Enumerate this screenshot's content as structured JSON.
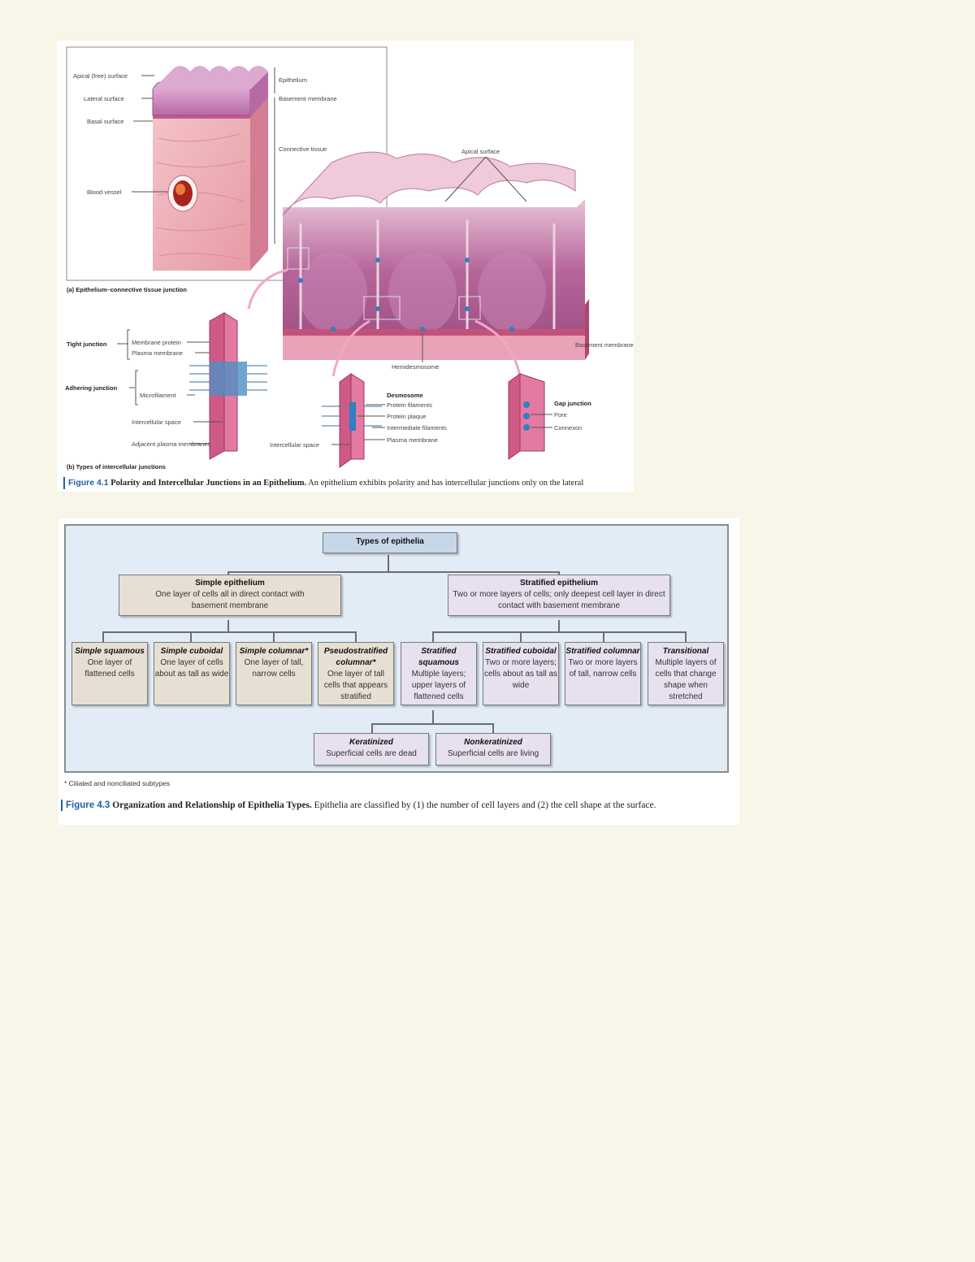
{
  "figure1": {
    "labels": {
      "apical_free": "Apical (free) surface",
      "lateral": "Lateral surface",
      "basal": "Basal surface",
      "blood_vessel": "Blood vessel",
      "epithelium": "Epithelium",
      "basement_membrane": "Basement membrane",
      "connective_tissue": "Connective tissue",
      "panel_a": "(a) Epithelium–connective tissue junction",
      "apical_surface": "Apical surface",
      "basement_membrane_2": "Basement membrane",
      "hemidesmosome": "Hemidesmosome",
      "tight_junction": "Tight junction",
      "membrane_protein": "Membrane protein",
      "plasma_membrane": "Plasma membrane",
      "adhering_junction": "Adhering junction",
      "microfilament": "Microfilament",
      "intercellular_space": "Intercellular space",
      "adjacent_membranes": "Adjacent plasma membranes",
      "intercellular_space_2": "Intercellular space",
      "desmosome": "Desmosome",
      "protein_filaments": "Protein filaments",
      "protein_plaque": "Protein plaque",
      "intermediate_filaments": "Intermediate filaments",
      "plasma_membrane_2": "Plasma membrane",
      "gap_junction": "Gap junction",
      "pore": "Pore",
      "connexon": "Connexon",
      "panel_b": "(b) Types of intercellular junctions"
    },
    "caption": {
      "number": "Figure 4.1",
      "title": "Polarity and Intercellular Junctions in an Epithelium.",
      "text": "An epithelium exhibits polarity and has intercellular junctions only on the lateral"
    }
  },
  "figure2": {
    "root": "Types of epithelia",
    "simple": {
      "title": "Simple epithelium",
      "desc": "One layer of cells all in direct contact with basement membrane"
    },
    "stratified": {
      "title": "Stratified epithelium",
      "desc": "Two or more layers of cells; only deepest cell layer in direct contact with basement membrane"
    },
    "types": [
      {
        "title": "Simple squamous",
        "desc": "One layer of flattened cells"
      },
      {
        "title": "Simple cuboidal",
        "desc": "One layer of cells about as tall as wide"
      },
      {
        "title": "Simple columnar*",
        "desc": "One layer of tall, narrow cells"
      },
      {
        "title": "Pseudostratified columnar*",
        "desc": "One layer of tall cells that appears stratified"
      },
      {
        "title": "Stratified squamous",
        "desc": "Multiple layers; upper layers of flattened cells"
      },
      {
        "title": "Stratified cuboidal",
        "desc": "Two or more layers; cells about as tall as wide"
      },
      {
        "title": "Stratified columnar",
        "desc": "Two or more layers of tall, narrow cells"
      },
      {
        "title": "Transitional",
        "desc": "Multiple layers of cells that change shape when stretched"
      }
    ],
    "squamous_sub": [
      {
        "title": "Keratinized",
        "desc": "Superficial cells are dead"
      },
      {
        "title": "Nonkeratinized",
        "desc": "Superficial cells are living"
      }
    ],
    "footnote": "* Ciliated and nonciliated subtypes",
    "caption": {
      "number": "Figure 4.3",
      "title": "Organization and Relationship of Epithelia Types.",
      "text": "Epithelia are classified by (1) the number of cell layers and (2) the cell shape at the surface."
    }
  },
  "colors": {
    "tissue_pink": "#e8a3b6",
    "cell_purple": "#c27bb0",
    "box_blue": "#c7d7ea",
    "caption_blue": "#1f5fa8"
  }
}
